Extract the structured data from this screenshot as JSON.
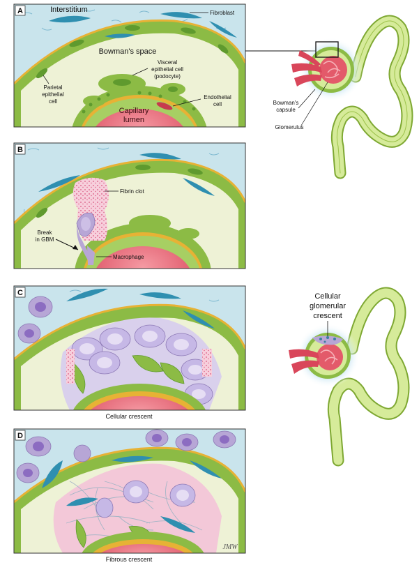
{
  "panels": {
    "a": {
      "letter": "A",
      "interstitium": "Interstitium",
      "fibroblast": "Fibroblast",
      "bowmans_space": "Bowman's space",
      "visceral_1": "Visceral",
      "visceral_2": "epithelial cell",
      "visceral_3": "(podocyte)",
      "parietal_1": "Parietal",
      "parietal_2": "epithelial",
      "parietal_3": "cell",
      "endothelial_1": "Endothelial",
      "endothelial_2": "cell",
      "capillary_1": "Capillary",
      "capillary_2": "lumen"
    },
    "b": {
      "letter": "B",
      "fibrin_clot": "Fibrin clot",
      "break_1": "Break",
      "break_2": "in GBM",
      "macrophage": "Macrophage"
    },
    "c": {
      "letter": "C",
      "caption": "Cellular crescent"
    },
    "d": {
      "letter": "D",
      "caption": "Fibrous crescent",
      "signature": "JMW"
    }
  },
  "nephron_top": {
    "capsule_1": "Bowman's",
    "capsule_2": "capsule",
    "glomerulus": "Glomerulus"
  },
  "nephron_bottom": {
    "crescent_1": "Cellular",
    "crescent_2": "glomerular",
    "crescent_3": "crescent"
  },
  "colors": {
    "interstitium": "#c9e4ec",
    "bowmans_space": "#eef2d6",
    "epithelium": "#8cbb45",
    "gbm": "#e7b235",
    "capillary": "#e35a6a",
    "fibroblast": "#2f8fb0",
    "macrophage": "#b7a6d6",
    "fibrin": "#e89ab3",
    "tubule": "#d6eb9a"
  }
}
